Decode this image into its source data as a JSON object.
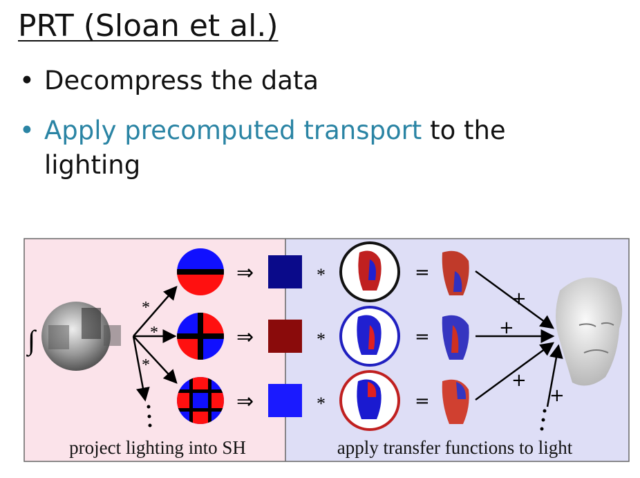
{
  "slide": {
    "title": "PRT (Sloan et al.)",
    "bullets": [
      {
        "text": "Decompress the data"
      },
      {
        "highlight": "Apply precomputed transport",
        "rest": " to the lighting"
      }
    ],
    "accent_color": "#2a84a4"
  },
  "figure": {
    "integral_symbol": "∫",
    "multiply_symbol": "*",
    "implies_symbol": "⇒",
    "equals_symbol": "=",
    "plus_symbol": "+",
    "left_caption": "project lighting into SH",
    "right_caption": "apply transfer functions to light",
    "coefficient_colors": [
      "#0a0a8a",
      "#8a0b0b",
      "#1a1aff"
    ],
    "left_panel_color": "#fbe3ea",
    "right_panel_color": "#dedef6"
  }
}
